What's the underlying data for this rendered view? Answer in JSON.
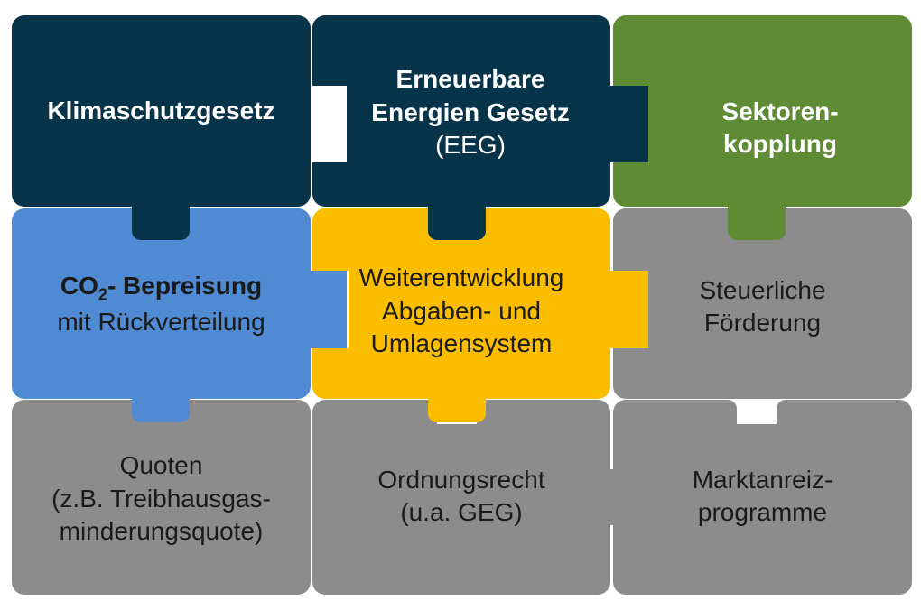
{
  "pieces": {
    "klimaschutzgesetz": {
      "line1": "Klimaschutzgesetz",
      "color": "#073448"
    },
    "eeg": {
      "line1": "Erneuerbare",
      "line2": "Energien Gesetz",
      "line3": "(EEG)",
      "color": "#073448"
    },
    "sektorenkopplung": {
      "line1": "Sektoren-",
      "line2": "kopplung",
      "color": "#5f8b34"
    },
    "co2": {
      "line1_prefix": "CO",
      "line1_sub": "2",
      "line1_suffix": "- Bepreisung",
      "line2": "mit Rückverteilung",
      "color": "#4f8ad2"
    },
    "weiterentwicklung": {
      "line1": "Weiterentwicklung",
      "line2": "Abgaben- und",
      "line3": "Umlagensystem",
      "color": "#fbbd00"
    },
    "steuerliche": {
      "line1": "Steuerliche",
      "line2": "Förderung",
      "color": "#8c8c8c"
    },
    "quoten": {
      "line1": "Quoten",
      "line2": "(z.B. Treibhausgas-",
      "line3": "minderungsquote)",
      "color": "#8c8c8c"
    },
    "ordnungsrecht": {
      "line1": "Ordnungsrecht",
      "line2": "(u.a. GEG)",
      "color": "#8c8c8c"
    },
    "marktanreiz": {
      "line1": "Marktanreiz-",
      "line2": "programme",
      "color": "#8c8c8c"
    }
  }
}
